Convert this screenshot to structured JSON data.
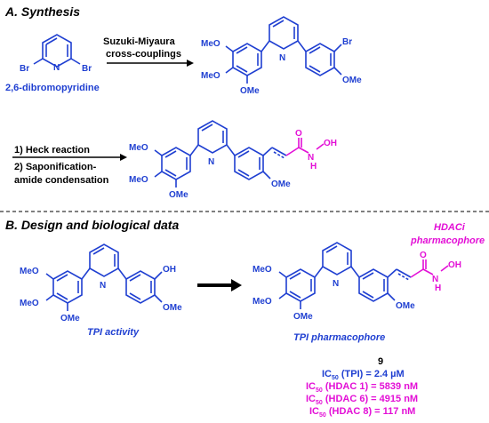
{
  "section_a": {
    "title": "A. Synthesis"
  },
  "starting_material": {
    "name": "2,6-dibromopyridine"
  },
  "step1": {
    "line1": "Suzuki-Miyaura",
    "line2": "cross-couplings"
  },
  "step2": {
    "line1": "1) Heck reaction",
    "line2": "2) Saponification-",
    "line3": "amide condensation"
  },
  "section_b": {
    "title": "B. Design and biological data"
  },
  "labels": {
    "tpi_activity": "TPI activity",
    "tpi_pharmacophore": "TPI pharmacophore",
    "hdaci_line1": "HDACi",
    "hdaci_line2": "pharmacophore"
  },
  "atoms": {
    "meo": "MeO",
    "ome": "OMe",
    "br": "Br",
    "n": "N",
    "oh": "OH",
    "o": "O",
    "h": "H",
    "n_lower": "N"
  },
  "data": {
    "compound": "9",
    "tpi": {
      "pre": "IC",
      "sub": "50",
      "post": " (TPI) = 2.4 µM"
    },
    "hdac1": {
      "pre": "IC",
      "sub": "50",
      "post": " (HDAC 1) = 5839 nM"
    },
    "hdac6": {
      "pre": "IC",
      "sub": "50",
      "post": " (HDAC 6) = 4915 nM"
    },
    "hdac8": {
      "pre": "IC",
      "sub": "50",
      "post": " (HDAC 8) = 117 nM"
    }
  },
  "colors": {
    "structure": "#1f3fd1",
    "hydroxamate": "#e30fd6",
    "text": "#000000"
  }
}
